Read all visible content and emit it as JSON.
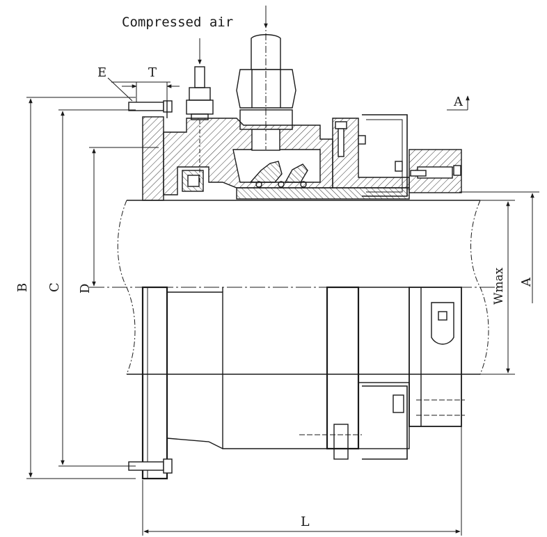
{
  "labels": {
    "compressed_air": "Compressed air",
    "top_cut": "",
    "dim_E": "E",
    "dim_T": "T",
    "dim_B": "B",
    "dim_C": "C",
    "dim_D": "D",
    "dim_L": "L",
    "dim_A": "A",
    "dim_Wmax": "Wmax",
    "view_A": "A"
  },
  "colors": {
    "line": "#1a1a1a",
    "hatch": "#333333",
    "background": "#ffffff"
  }
}
